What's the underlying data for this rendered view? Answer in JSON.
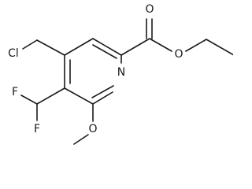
{
  "molecule": {
    "atoms": {
      "chlorine": "Cl",
      "fluorine_upper": "F",
      "fluorine_lower": "F",
      "ring_nitrogen": "N",
      "ester_ether_oxygen": "O",
      "ester_carbonyl_oxygen": "O",
      "methoxy_oxygen": "O"
    }
  }
}
